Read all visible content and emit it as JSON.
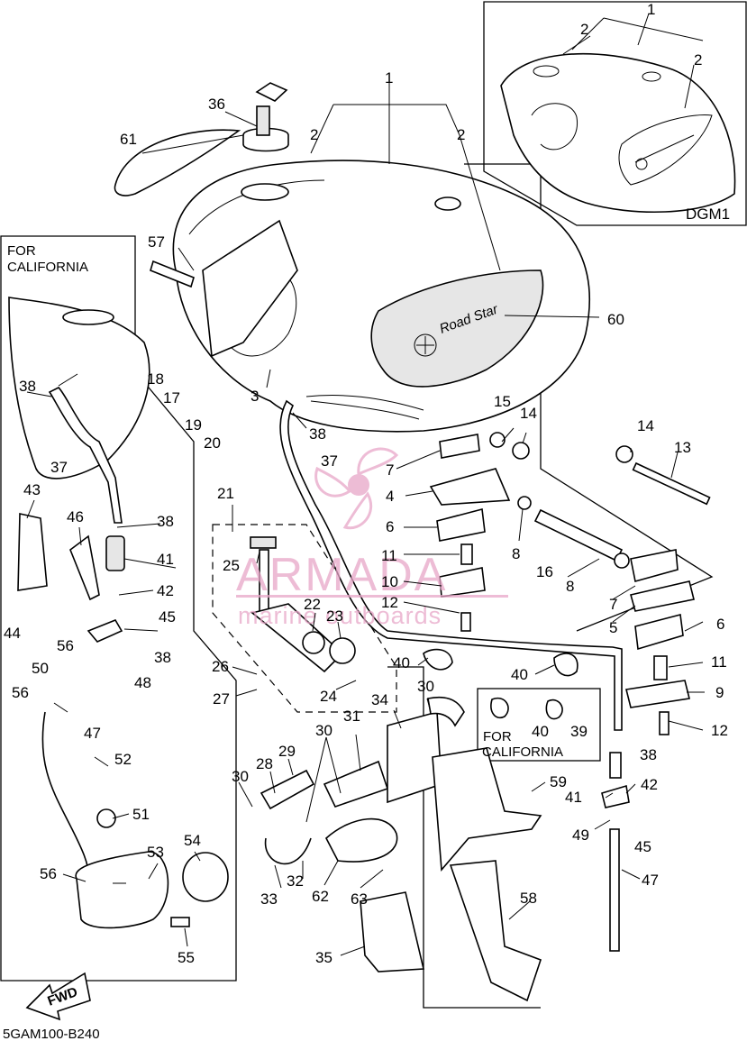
{
  "diagram_code": "5GAM100-B240",
  "variant_label": "DGM1",
  "california_box": {
    "line1": "FOR",
    "line2": "CALIFORNIA"
  },
  "california_inset": {
    "line1": "FOR",
    "line2": "CALIFORNIA"
  },
  "fwd_label": "FWD",
  "tank_script": "Road Star",
  "watermark": {
    "brand": "ARMADA",
    "tagline": "marine outboards",
    "color": "#e8a6c8"
  },
  "callouts": {
    "c1": "1",
    "c1b": "1",
    "c2a": "2",
    "c2b": "2",
    "c2c": "2",
    "c2d": "2",
    "c3": "3",
    "c4": "4",
    "c5": "5",
    "c6a": "6",
    "c6b": "6",
    "c7a": "7",
    "c7b": "7",
    "c8a": "8",
    "c8b": "8",
    "c9": "9",
    "c10": "10",
    "c11a": "11",
    "c11b": "11",
    "c12a": "12",
    "c12b": "12",
    "c13": "13",
    "c14a": "14",
    "c14b": "14",
    "c15": "15",
    "c16": "16",
    "c17": "17",
    "c18": "18",
    "c19": "19",
    "c20": "20",
    "c21": "21",
    "c22": "22",
    "c23": "23",
    "c24": "24",
    "c25": "25",
    "c26": "26",
    "c27": "27",
    "c28": "28",
    "c29": "29",
    "c30a": "30",
    "c30b": "30",
    "c30c": "30",
    "c31": "31",
    "c32": "32",
    "c33": "33",
    "c34": "34",
    "c35": "35",
    "c36": "36",
    "c37a": "37",
    "c37b": "37",
    "c38a": "38",
    "c38b": "38",
    "c38c": "38",
    "c38d": "38",
    "c38e": "38",
    "c39": "39",
    "c40a": "40",
    "c40b": "40",
    "c40c": "40",
    "c41a": "41",
    "c41b": "41",
    "c42a": "42",
    "c42b": "42",
    "c43": "43",
    "c44": "44",
    "c45a": "45",
    "c45b": "45",
    "c46": "46",
    "c47a": "47",
    "c47b": "47",
    "c48": "48",
    "c49": "49",
    "c50": "50",
    "c51": "51",
    "c52": "52",
    "c53": "53",
    "c54": "54",
    "c55": "55",
    "c56a": "56",
    "c56b": "56",
    "c56c": "56",
    "c57": "57",
    "c58": "58",
    "c59": "59",
    "c60": "60",
    "c61": "61",
    "c62": "62",
    "c63": "63"
  }
}
